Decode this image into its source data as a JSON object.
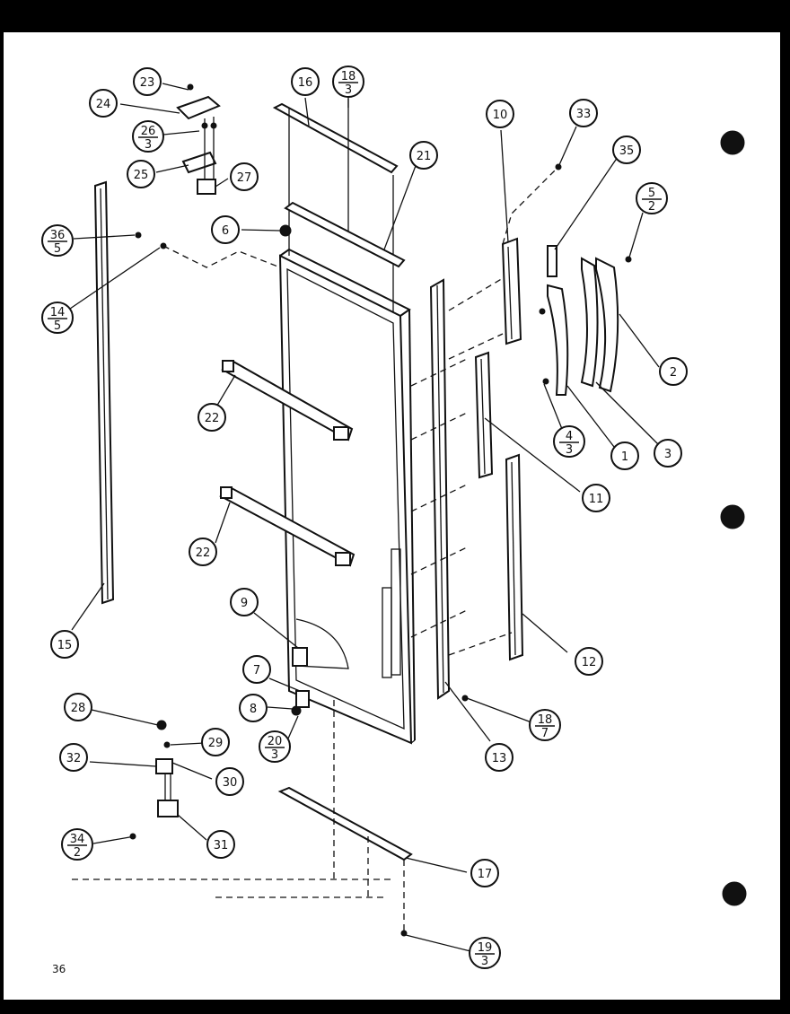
{
  "page_number": "36",
  "callouts": [
    {
      "id": "c-23",
      "label": "23"
    },
    {
      "id": "c-24",
      "label": "24"
    },
    {
      "id": "c-26",
      "label": "26",
      "sub": "3"
    },
    {
      "id": "c-25",
      "label": "25"
    },
    {
      "id": "c-27",
      "label": "27"
    },
    {
      "id": "c-16",
      "label": "16"
    },
    {
      "id": "c-18a",
      "label": "18",
      "sub": "3"
    },
    {
      "id": "c-21",
      "label": "21"
    },
    {
      "id": "c-6",
      "label": "6"
    },
    {
      "id": "c-36",
      "label": "36",
      "sub": "5"
    },
    {
      "id": "c-14",
      "label": "14",
      "sub": "5"
    },
    {
      "id": "c-10",
      "label": "10"
    },
    {
      "id": "c-33",
      "label": "33"
    },
    {
      "id": "c-35",
      "label": "35"
    },
    {
      "id": "c-5",
      "label": "5",
      "sub": "2"
    },
    {
      "id": "c-2",
      "label": "2"
    },
    {
      "id": "c-4",
      "label": "4",
      "sub": "3"
    },
    {
      "id": "c-1",
      "label": "1"
    },
    {
      "id": "c-3",
      "label": "3"
    },
    {
      "id": "c-11",
      "label": "11"
    },
    {
      "id": "c-22a",
      "label": "22"
    },
    {
      "id": "c-22b",
      "label": "22"
    },
    {
      "id": "c-12",
      "label": "12"
    },
    {
      "id": "c-9",
      "label": "9"
    },
    {
      "id": "c-15",
      "label": "15"
    },
    {
      "id": "c-7",
      "label": "7"
    },
    {
      "id": "c-8",
      "label": "8"
    },
    {
      "id": "c-18b",
      "label": "18",
      "sub": "7"
    },
    {
      "id": "c-20",
      "label": "20",
      "sub": "3"
    },
    {
      "id": "c-13",
      "label": "13"
    },
    {
      "id": "c-28",
      "label": "28"
    },
    {
      "id": "c-29",
      "label": "29"
    },
    {
      "id": "c-32",
      "label": "32"
    },
    {
      "id": "c-30",
      "label": "30"
    },
    {
      "id": "c-34",
      "label": "34",
      "sub": "2"
    },
    {
      "id": "c-31",
      "label": "31"
    },
    {
      "id": "c-17",
      "label": "17"
    },
    {
      "id": "c-19",
      "label": "19",
      "sub": "3"
    }
  ]
}
